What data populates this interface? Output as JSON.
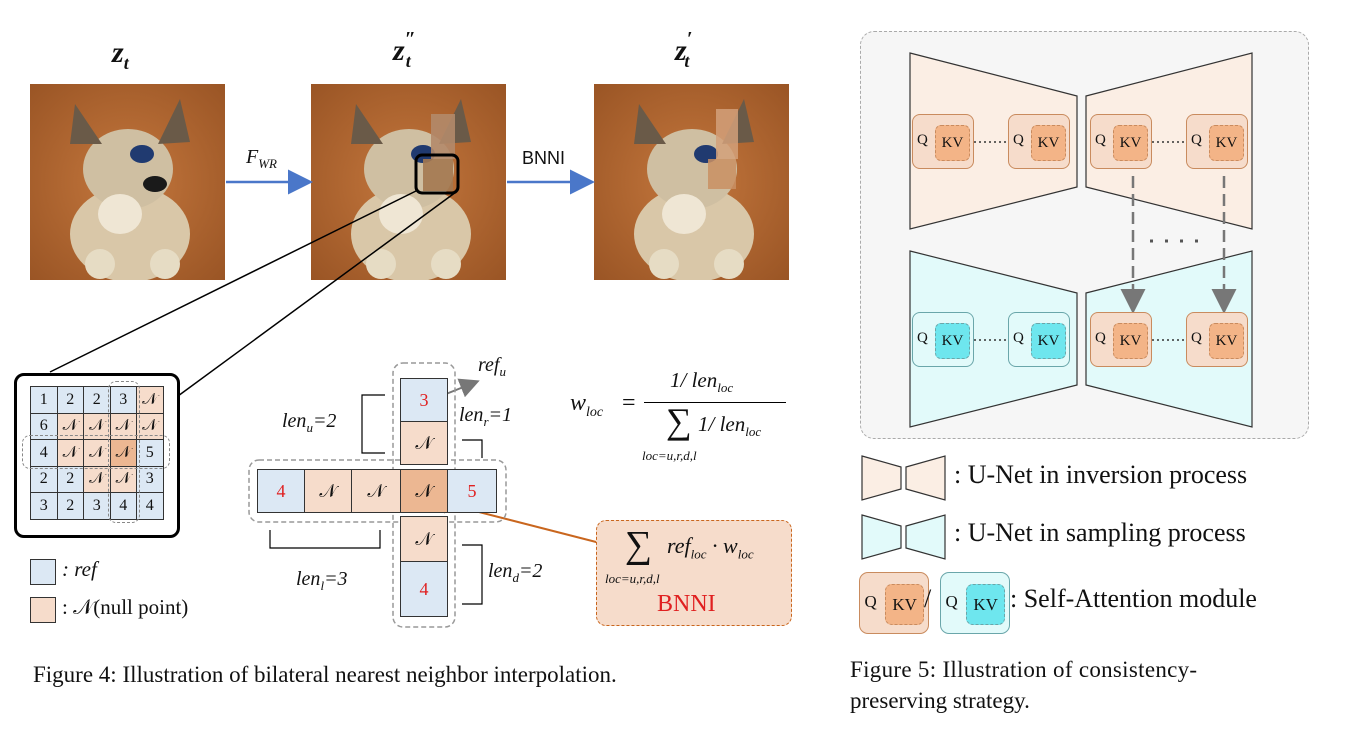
{
  "figure4": {
    "z_t": "z",
    "z_t_sub": "t",
    "z_dd": "z",
    "z_dd_sup": "″",
    "z_dd_sub": "t",
    "z_p": "z",
    "z_p_sup": "′",
    "z_p_sub": "t",
    "arrow1_label": "F",
    "arrow1_sub": "WR",
    "arrow2_label": "BNNI",
    "grid": [
      [
        "1",
        "2",
        "2",
        "3",
        "𝒩"
      ],
      [
        "6",
        "𝒩",
        "𝒩",
        "𝒩",
        "𝒩"
      ],
      [
        "4",
        "𝒩",
        "𝒩",
        "𝒩",
        "5"
      ],
      [
        "2",
        "2",
        "𝒩",
        "𝒩",
        "3"
      ],
      [
        "3",
        "2",
        "3",
        "4",
        "4"
      ]
    ],
    "grid_types": [
      [
        "r",
        "r",
        "r",
        "r",
        "n"
      ],
      [
        "r",
        "n",
        "n",
        "n",
        "n"
      ],
      [
        "r",
        "n",
        "n",
        "d",
        "r"
      ],
      [
        "r",
        "r",
        "n",
        "n",
        "r"
      ],
      [
        "r",
        "r",
        "r",
        "r",
        "r"
      ]
    ],
    "legend_ref": ": ref",
    "legend_null": ": 𝒩(null point)",
    "cross": {
      "up": [
        "3",
        "𝒩"
      ],
      "down": [
        "𝒩",
        "4"
      ],
      "row": [
        "4",
        "𝒩",
        "𝒩",
        "𝒩",
        "5"
      ]
    },
    "ref_u": "ref",
    "ref_u_sub": "u",
    "len_u": "len",
    "len_u_sub": "u",
    "len_u_val": "=2",
    "len_r": "len",
    "len_r_sub": "r",
    "len_r_val": "=1",
    "len_l": "len",
    "len_l_sub": "l",
    "len_l_val": "=3",
    "len_d": "len",
    "len_d_sub": "d",
    "len_d_val": "=2",
    "w_loc": "w",
    "w_loc_sub": "loc",
    "eq": "=",
    "numerator": "1/ len",
    "numerator_sub": "loc",
    "denominator": "1/ len",
    "denominator_sub": "loc",
    "sum_index": "loc=u,r,d,l",
    "sum_body": "ref",
    "sum_body_sub": "loc",
    "sum_dot": "· w",
    "sum_dot_sub": "loc",
    "sum_index2": "loc=u,r,d,l",
    "bnni_label": "BNNI",
    "caption": "Figure 4: Illustration of bilateral nearest neighbor interpolation."
  },
  "figure5": {
    "q": "Q",
    "kv": "KV",
    "legend_inversion": ": U-Net in inversion process",
    "legend_sampling": ": U-Net in sampling process",
    "legend_slash": "/",
    "legend_attention": ": Self-Attention module",
    "caption_line1": "Figure 5:   Illustration of consistency-",
    "caption_line2": "preserving strategy."
  },
  "colors": {
    "ref": "#dce8f4",
    "null": "#f6dccb",
    "null_dark": "#ecb792",
    "inversion": "#fbeee4",
    "sampling": "#e2fafa",
    "kv_orange": "#f3b487",
    "kv_cyan": "#6ee6ee",
    "arrow_blue": "#4a77c9",
    "arrow_orange": "#c9661e",
    "red": "#e02020"
  }
}
